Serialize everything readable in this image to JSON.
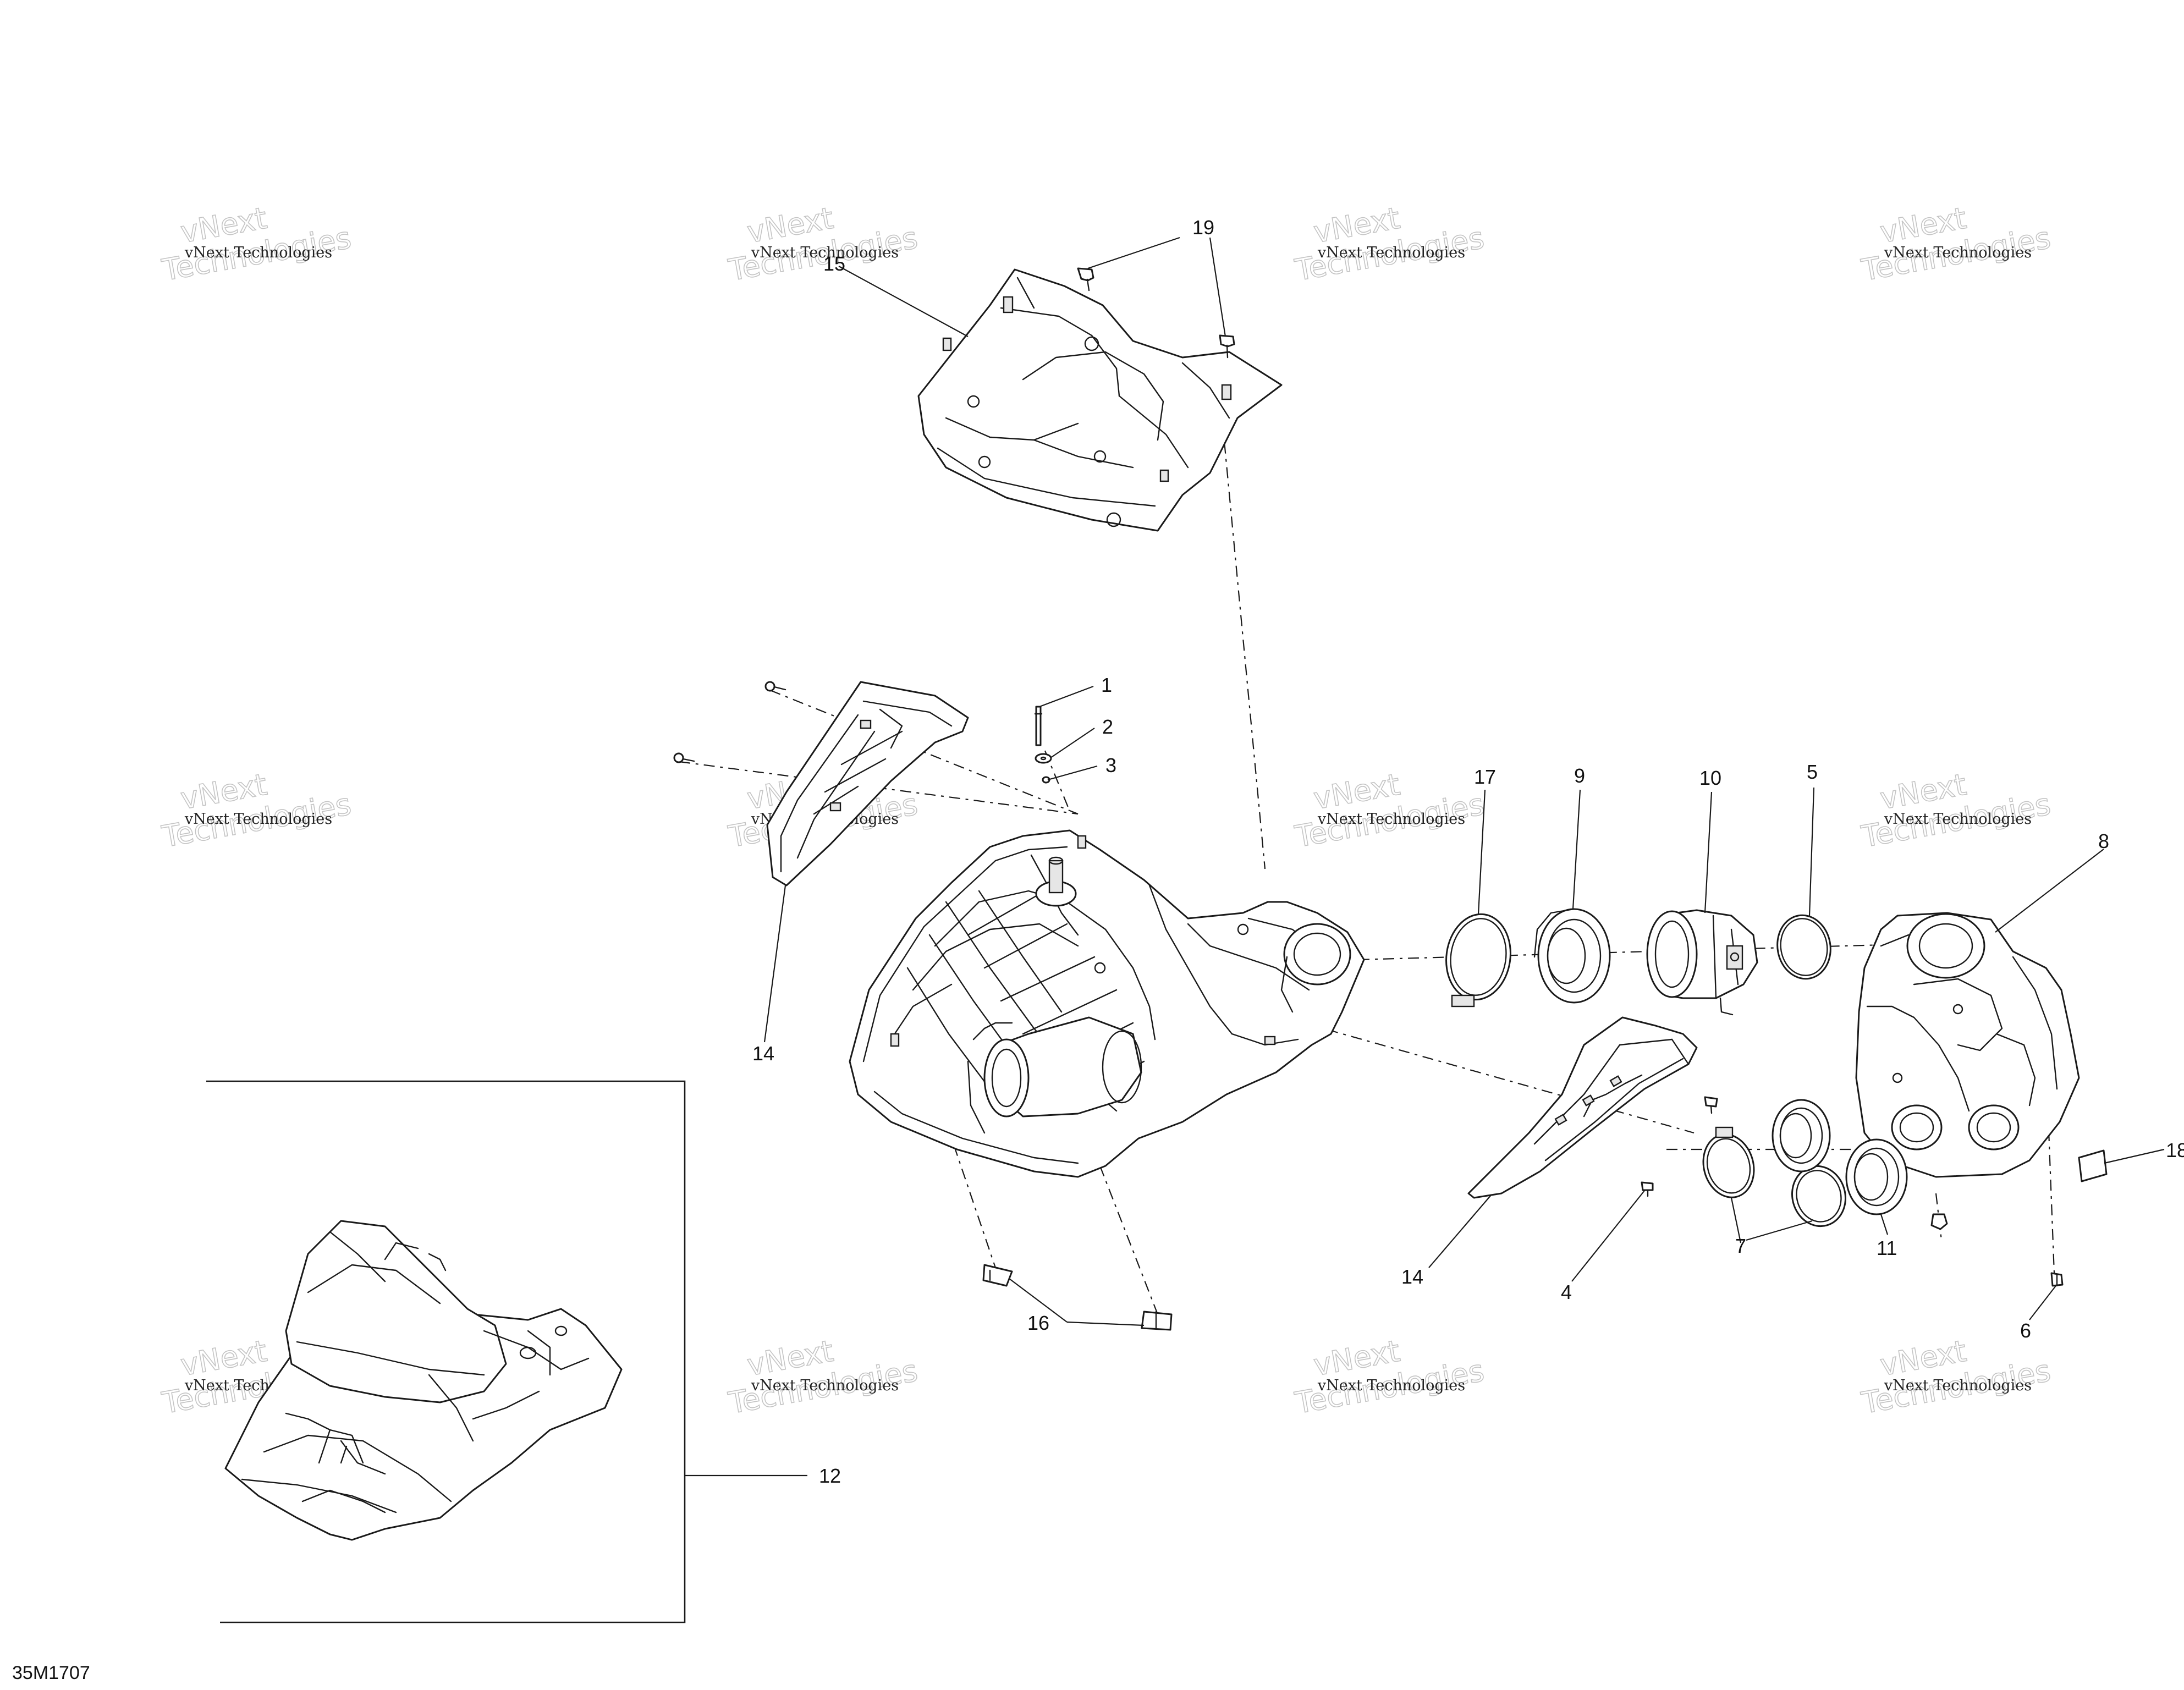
{
  "figure_id": "35M1707",
  "watermark": {
    "lines": [
      "vNext",
      "Technologies"
    ],
    "caption": "vNext Technologies"
  },
  "callouts": [
    "1",
    "2",
    "3",
    "4",
    "5",
    "6",
    "7",
    "8",
    "9",
    "10",
    "11",
    "12",
    "14",
    "14",
    "15",
    "16",
    "17",
    "18",
    "19"
  ]
}
